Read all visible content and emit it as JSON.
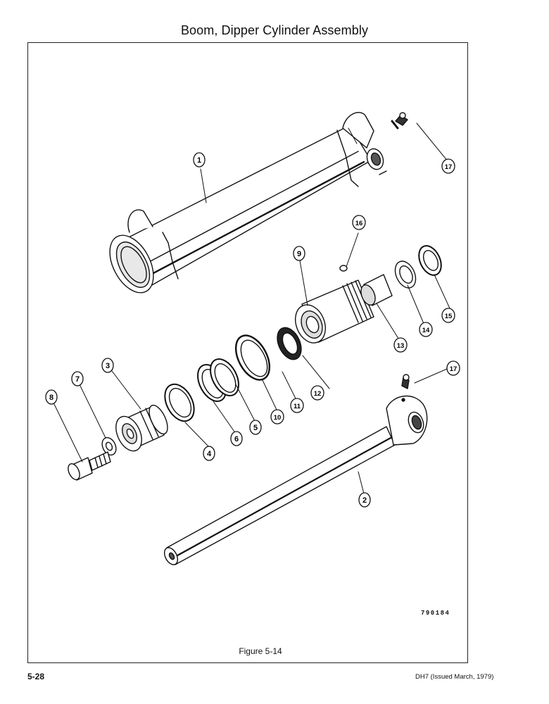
{
  "page": {
    "title": "Boom, Dipper Cylinder Assembly",
    "drawing_number": "790184",
    "figure_caption": "Figure 5-14",
    "page_number": "5-28",
    "doc_reference": "DH7 (Issued March, 1979)"
  },
  "callouts": [
    {
      "id": "callout-1",
      "label": "1"
    },
    {
      "id": "callout-2",
      "label": "2"
    },
    {
      "id": "callout-3",
      "label": "3"
    },
    {
      "id": "callout-4",
      "label": "4"
    },
    {
      "id": "callout-5",
      "label": "5"
    },
    {
      "id": "callout-6",
      "label": "6"
    },
    {
      "id": "callout-7",
      "label": "7"
    },
    {
      "id": "callout-8",
      "label": "8"
    },
    {
      "id": "callout-9",
      "label": "9"
    },
    {
      "id": "callout-10",
      "label": "10"
    },
    {
      "id": "callout-11",
      "label": "11"
    },
    {
      "id": "callout-12",
      "label": "12"
    },
    {
      "id": "callout-13",
      "label": "13"
    },
    {
      "id": "callout-14",
      "label": "14"
    },
    {
      "id": "callout-15",
      "label": "15"
    },
    {
      "id": "callout-16",
      "label": "16"
    },
    {
      "id": "callout-17a",
      "label": "17"
    },
    {
      "id": "callout-17b",
      "label": "17"
    }
  ]
}
